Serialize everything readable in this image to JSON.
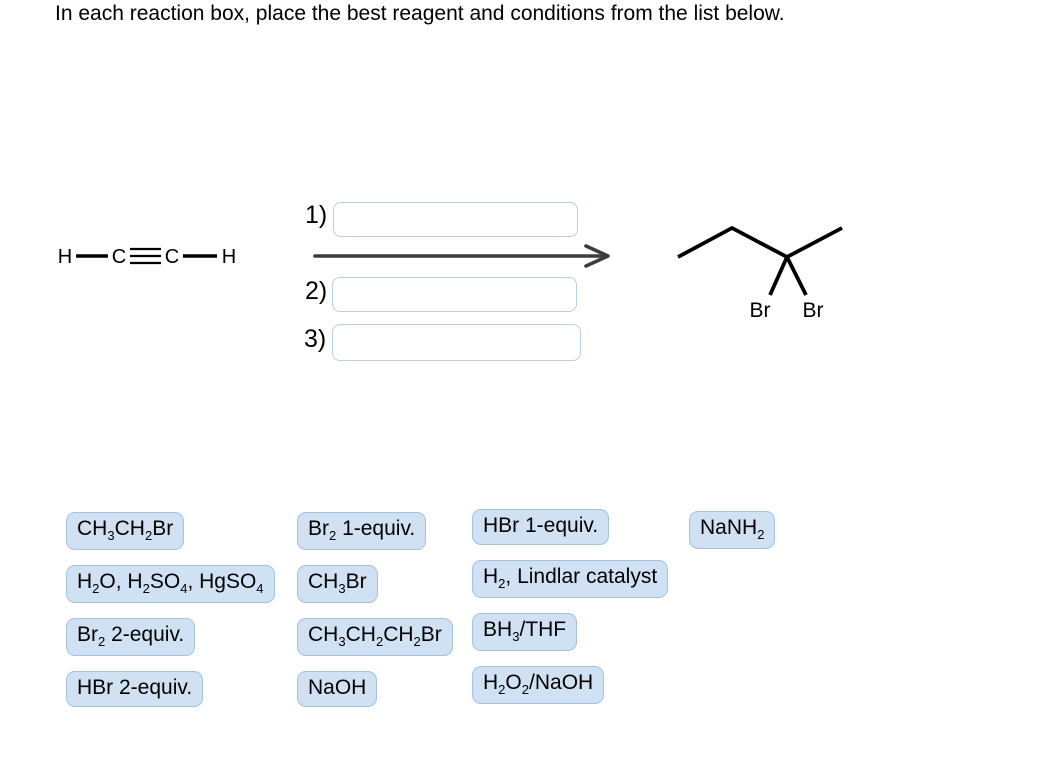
{
  "title": "In each reaction box, place the best reagent and conditions from the list below.",
  "reaction": {
    "reactant": {
      "atoms": [
        "H",
        "C",
        "C",
        "H"
      ]
    },
    "steps": [
      {
        "label": "1)",
        "value": ""
      },
      {
        "label": "2)",
        "value": ""
      },
      {
        "label": "3)",
        "value": ""
      }
    ],
    "product": {
      "atom_labels": [
        "Br",
        "Br"
      ]
    }
  },
  "reagents": {
    "columns": [
      {
        "chips": [
          "CH3CH2Br",
          "H2O, H2SO4, HgSO4",
          "Br2 2-equiv.",
          "HBr 2-equiv."
        ]
      },
      {
        "chips": [
          "Br2 1-equiv.",
          "CH3Br",
          "CH3CH2CH2Br",
          "NaOH"
        ]
      },
      {
        "chips": [
          "HBr 1-equiv.",
          "H2, Lindlar catalyst",
          "BH3/THF",
          "H2O2/NaOH"
        ]
      },
      {
        "chips": [
          "NaNH2"
        ]
      }
    ]
  },
  "colors": {
    "chip_bg": "#cfe1f3",
    "chip_border": "#a3c3e0",
    "input_border": "#b7cfe8",
    "arrow": "#3c3c3c",
    "bond": "#000000"
  }
}
